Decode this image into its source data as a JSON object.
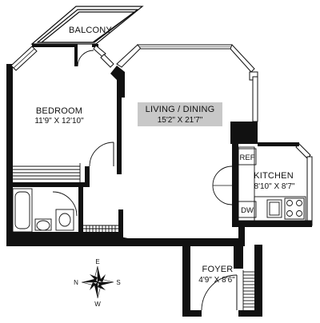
{
  "rooms": {
    "balcony": {
      "name": "BALCONY"
    },
    "bedroom": {
      "name": "BEDROOM",
      "dims": "11'9\" X 12'10\""
    },
    "living": {
      "name": "LIVING / DINING",
      "dims": "15'2\" X 21'7\"",
      "highlight": "#c8c8c8"
    },
    "kitchen": {
      "name": "KITCHEN",
      "dims": "8'10\" X 8'7\""
    },
    "foyer": {
      "name": "FOYER",
      "dims": "4'9\" X 8'6\""
    }
  },
  "appliances": {
    "ref": "REF",
    "dw": "DW"
  },
  "compass": {
    "e": "E",
    "s": "S",
    "w": "W",
    "n": "N"
  },
  "colors": {
    "wall": "#111111",
    "background": "#ffffff"
  }
}
